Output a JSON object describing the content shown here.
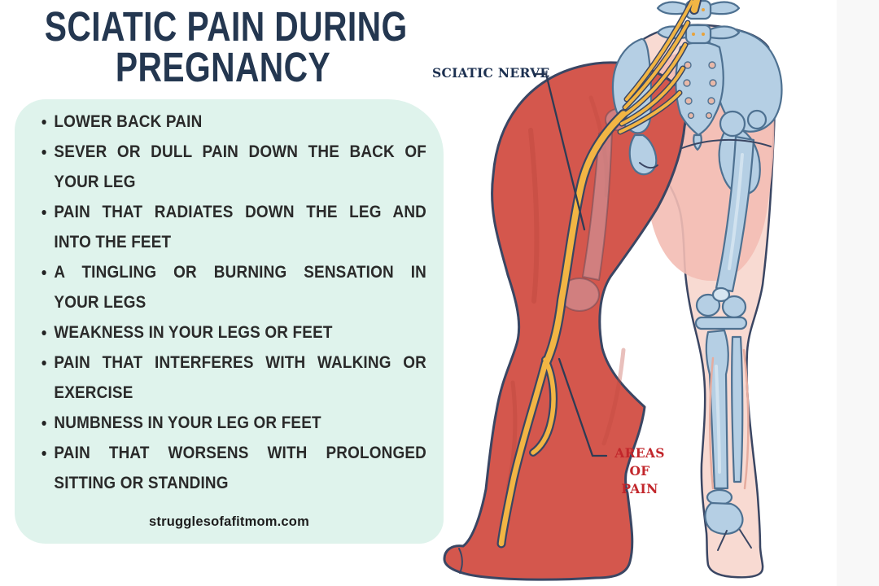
{
  "title": {
    "line1": "SCIATIC PAIN DURING",
    "line2": "PREGNANCY"
  },
  "symptoms_panel": {
    "items": [
      [
        "LOWER BACK PAIN",
        ""
      ],
      [
        "SEVER OR DULL PAIN DOWN THE BACK OF",
        "YOUR LEG"
      ],
      [
        "PAIN THAT RADIATES DOWN THE LEG AND",
        "INTO THE FEET"
      ],
      [
        "A TINGLING OR BURNING SENSATION IN",
        "YOUR LEGS"
      ],
      [
        "WEAKNESS IN YOUR LEGS OR FEET",
        ""
      ],
      [
        "PAIN THAT INTERFERES WITH WALKING OR",
        "EXERCISE"
      ],
      [
        "NUMBNESS IN YOUR LEG OR FEET",
        ""
      ],
      [
        "PAIN THAT WORSENS WITH PROLONGED",
        "SITTING OR STANDING"
      ]
    ],
    "credit": "strugglesofafitmom.com"
  },
  "diagram": {
    "nerve_label": "SCIATIC NERVE",
    "pain_label_line1": "AREAS OF",
    "pain_label_line2": "PAIN"
  },
  "colors": {
    "panel_mint": "#DFF3EC",
    "title_navy": "#243750",
    "list_text": "#2A2A2A",
    "nerve_label_navy": "#1C3050",
    "pain_label_red": "#C2262B",
    "pain_area_red": "#D4574D",
    "nerve_yellow": "#F2B544",
    "bone_blue": "#B5CFE4",
    "skin_pink": "#F8DAD2",
    "skin_deep_pink": "#F3BDB4",
    "outline_navy": "#3A4663"
  }
}
